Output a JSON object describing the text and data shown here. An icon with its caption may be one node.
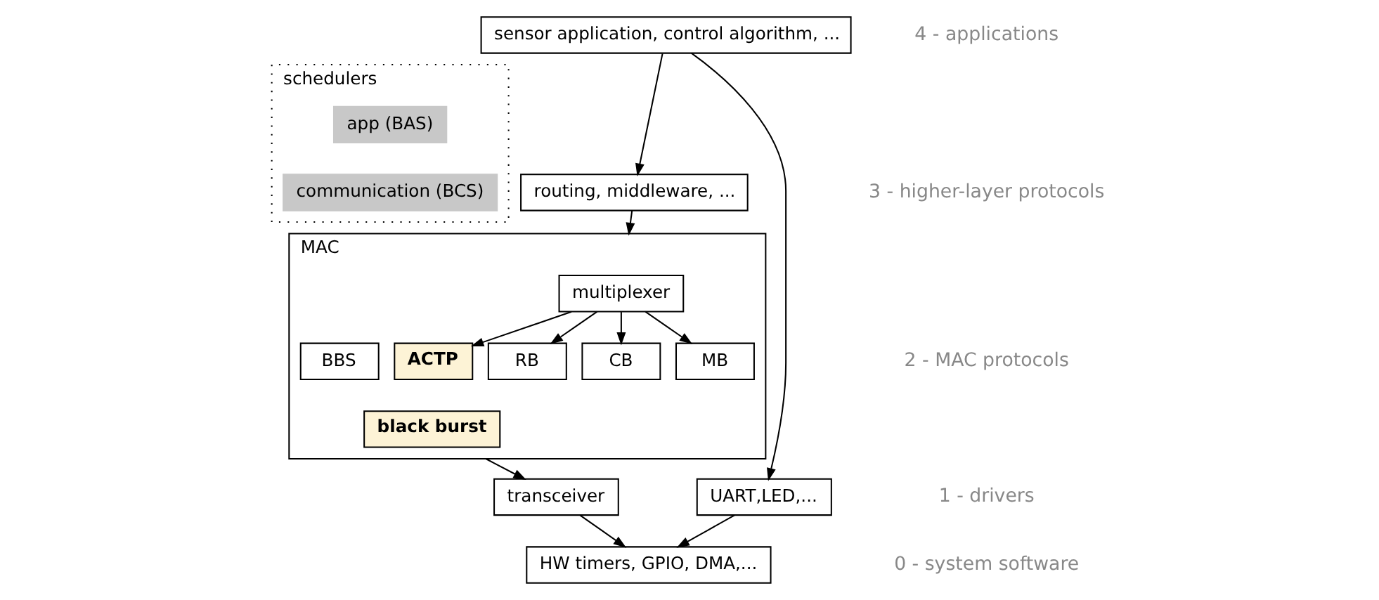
{
  "diagram": {
    "nodes": [
      {
        "text": [
          "schedulers"
        ]
      },
      {
        "text": [
          "app (BAS)"
        ],
        "in": 0
      },
      {
        "text": [
          "communication (BCS)"
        ],
        "in": 0
      },
      {
        "text": [
          "sensor application, control algorithm, ..."
        ]
      },
      {
        "text": [
          "routing, middleware, ..."
        ]
      },
      {
        "text": [
          "MAC"
        ]
      },
      {
        "text": [
          "multiplexer"
        ],
        "in": 5
      },
      {
        "text": [
          "BBS"
        ],
        "in": 5
      },
      {
        "text": [
          "ACTP"
        ],
        "in": 5
      },
      {
        "text": [
          "RB"
        ],
        "in": 5
      },
      {
        "text": [
          "CB"
        ],
        "in": 5
      },
      {
        "text": [
          "MB"
        ],
        "in": 5
      },
      {
        "text": [
          "black burst"
        ],
        "in": 5
      },
      {
        "text": [
          "transceiver"
        ]
      },
      {
        "text": [
          "UART,LED,..."
        ]
      },
      {
        "text": [
          "HW timers, GPIO, DMA,..."
        ]
      }
    ],
    "edges": [
      {
        "from": 3,
        "to": 4,
        "arrow": "to"
      },
      {
        "from": 4,
        "to": 5,
        "arrow": "to"
      },
      {
        "from": 6,
        "to": 8,
        "arrow": "to"
      },
      {
        "from": 6,
        "to": 9,
        "arrow": "to"
      },
      {
        "from": 6,
        "to": 10,
        "arrow": "to"
      },
      {
        "from": 6,
        "to": 11,
        "arrow": "to"
      },
      {
        "from": 5,
        "to": 13,
        "arrow": "to"
      },
      {
        "from": 3,
        "to": 14,
        "arrow": "to"
      },
      {
        "from": 13,
        "to": 15,
        "arrow": "to"
      },
      {
        "from": 14,
        "to": 15,
        "arrow": "to"
      }
    ],
    "labels": [
      "4 - applications",
      "3 - higher-layer protocols",
      "2 - MAC protocols",
      "1 - drivers",
      "0 - system software"
    ]
  }
}
